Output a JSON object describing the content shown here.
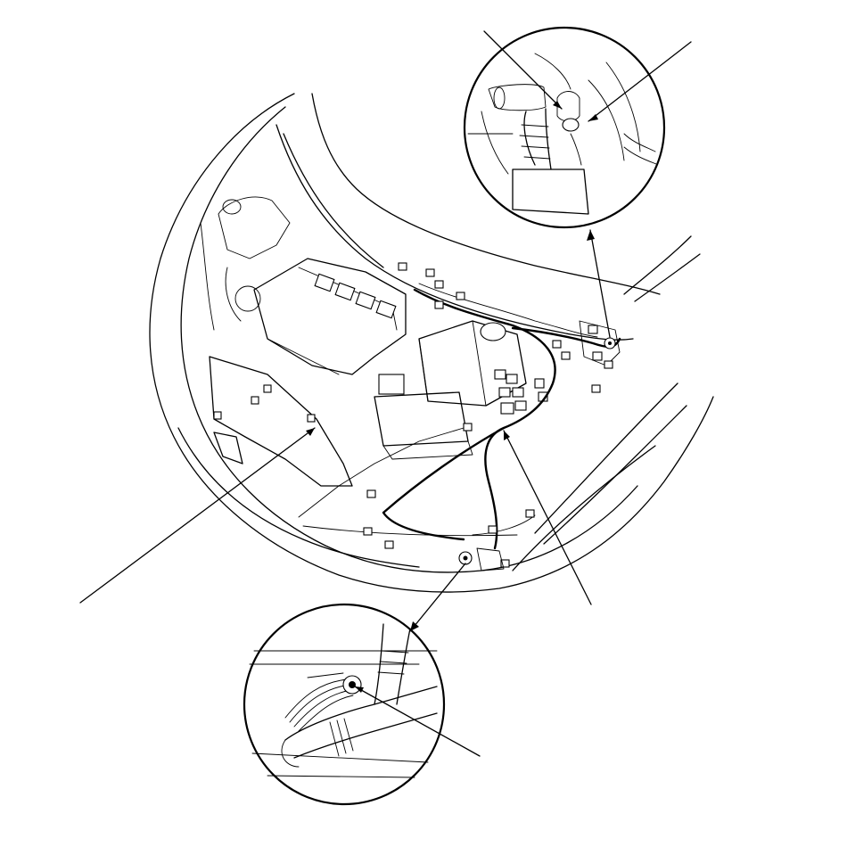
{
  "figure": {
    "background": "#ffffff",
    "ink": "#000000",
    "labels": []
  },
  "parts": [
    {
      "name": "engine-bay-view"
    },
    {
      "name": "upper-right-detail-circle"
    },
    {
      "name": "lower-detail-circle"
    },
    {
      "name": "wire-harness"
    },
    {
      "name": "ground-terminal-upper"
    },
    {
      "name": "ground-terminal-lower"
    }
  ]
}
